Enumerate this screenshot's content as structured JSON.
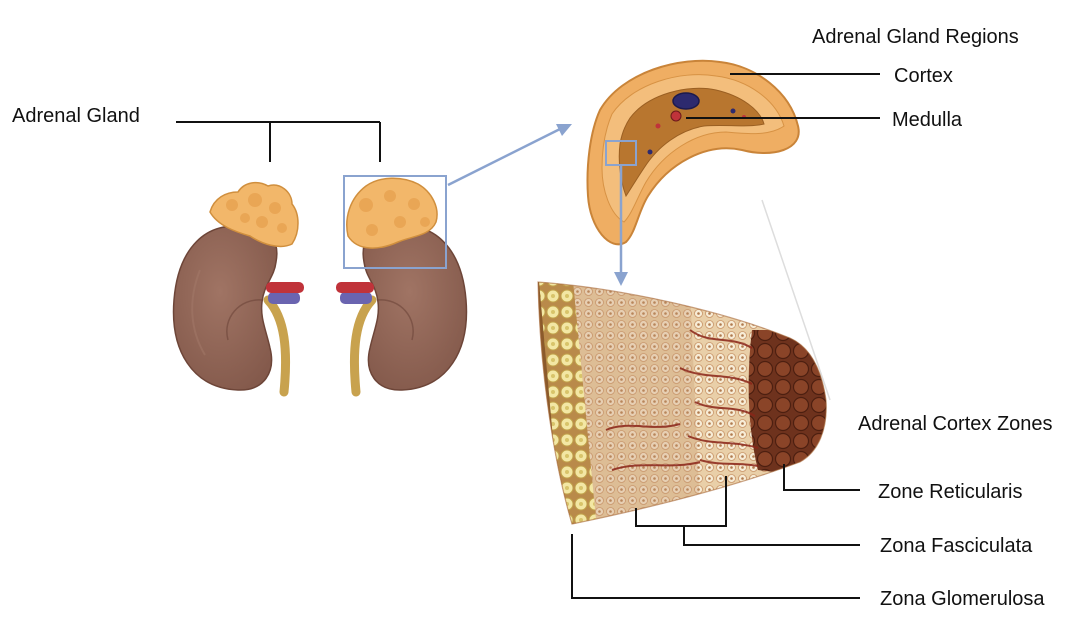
{
  "labels": {
    "adrenal_gland": "Adrenal Gland",
    "adrenal_gland_regions": "Adrenal Gland Regions",
    "cortex": "Cortex",
    "medulla": "Medulla",
    "adrenal_cortex_zones": "Adrenal Cortex Zones",
    "zone_reticularis": "Zone Reticularis",
    "zona_fasciculata": "Zona Fasciculata",
    "zona_glomerulosa": "Zona Glomerulosa"
  },
  "colors": {
    "kidney": "#8f6455",
    "kidney_shadow": "#7a5245",
    "adrenal": "#f2b76a",
    "artery": "#c0333a",
    "vein": "#6a64b0",
    "ureter": "#c8a24e",
    "cortex_outer": "#e8a75f",
    "medulla": "#b8762f",
    "reticularis": "#7a3a22",
    "arrow": "#8aa3cf",
    "leader_line": "#111111"
  }
}
